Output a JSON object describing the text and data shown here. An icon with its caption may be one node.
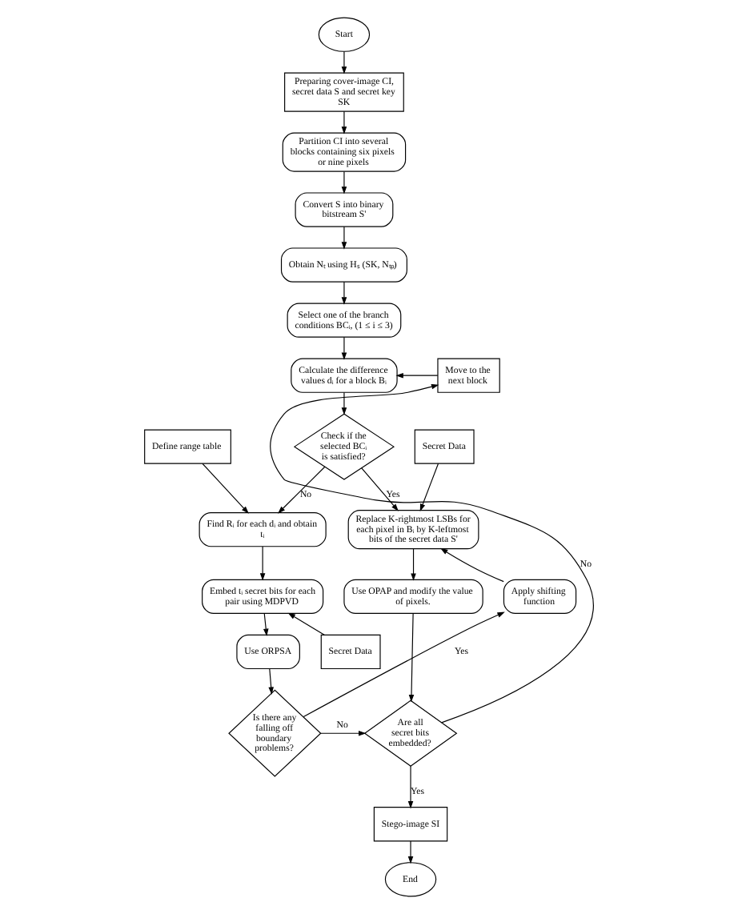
{
  "diagram": {
    "nodes": [
      {
        "text": [
          "Start"
        ]
      },
      {
        "text": [
          "Preparing cover-image CI, secret data S and secret key SK"
        ]
      },
      {
        "text": [
          "Partition CI into several blocks containing six pixels or nine pixels"
        ]
      },
      {
        "text": [
          "Convert S into binary bitstream S'"
        ]
      },
      {
        "text": [
          "Obtain Nₜ using Hₛ (SK, Nₜₚ)"
        ]
      },
      {
        "text": [
          "Select one of the branch conditions BCᵢ, (1 ≤ i ≤ 3)"
        ]
      },
      {
        "text": [
          "Calculate the difference values dᵢ for a block Bᵢ"
        ]
      },
      {
        "text": [
          "Move to the next block"
        ]
      },
      {
        "text": [
          "Define range table"
        ]
      },
      {
        "text": [
          "Check if the selected BCᵢ is satisfied?"
        ]
      },
      {
        "text": [
          "Secret Data"
        ]
      },
      {
        "text": [
          "Find Rᵢ for each dᵢ and obtain tᵢ"
        ]
      },
      {
        "text": [
          "Replace K-rightmost LSBs for each pixel in Bᵢ by K-leftmost bits of the secret data S'"
        ]
      },
      {
        "text": [
          "Embed tᵢ secret bits for each pair using MDPVD"
        ]
      },
      {
        "text": [
          "Apply shifting function"
        ]
      },
      {
        "text": [
          "Use OPAP and modify the value of pixels."
        ]
      },
      {
        "text": [
          "Secret Data"
        ]
      },
      {
        "text": [
          "Use ORPSA"
        ]
      },
      {
        "text": [
          "Is there any falling off boundary problems?"
        ]
      },
      {
        "text": [
          "Are all secret bits embedded?"
        ]
      },
      {
        "text": [
          "Stego-image SI"
        ]
      },
      {
        "text": [
          "End"
        ]
      }
    ],
    "edges": [
      {
        "from": 0,
        "to": 1,
        "arrow": "to"
      },
      {
        "from": 1,
        "to": 2,
        "arrow": "to"
      },
      {
        "from": 2,
        "to": 3,
        "arrow": "to"
      },
      {
        "from": 3,
        "to": 4,
        "arrow": "to"
      },
      {
        "from": 4,
        "to": 5,
        "arrow": "to"
      },
      {
        "from": 5,
        "to": 6,
        "arrow": "to"
      },
      {
        "from": 6,
        "to": 9,
        "arrow": "to"
      },
      {
        "from": 9,
        "to": 11,
        "arrow": "to",
        "label": "No"
      },
      {
        "from": 9,
        "to": 12,
        "arrow": "to",
        "label": "Yes"
      },
      {
        "from": 8,
        "to": 11,
        "arrow": "to"
      },
      {
        "from": 10,
        "to": 12,
        "arrow": "to"
      },
      {
        "from": 11,
        "to": 13,
        "arrow": "to"
      },
      {
        "from": 16,
        "to": 13,
        "arrow": "to"
      },
      {
        "from": 13,
        "to": 17,
        "arrow": "to"
      },
      {
        "from": 17,
        "to": 18,
        "arrow": "to"
      },
      {
        "from": 18,
        "to": 14,
        "arrow": "to",
        "label": "Yes"
      },
      {
        "from": 14,
        "to": 12,
        "arrow": "to"
      },
      {
        "from": 12,
        "to": 15,
        "arrow": "to"
      },
      {
        "from": 15,
        "to": 19,
        "arrow": "to"
      },
      {
        "from": 18,
        "to": 19,
        "arrow": "to",
        "label": "No"
      },
      {
        "from": 19,
        "to": 20,
        "arrow": "to",
        "label": "Yes"
      },
      {
        "from": 20,
        "to": 21,
        "arrow": "to"
      },
      {
        "from": 19,
        "to": 7,
        "arrow": "to",
        "label": "No"
      },
      {
        "from": 7,
        "to": 6,
        "arrow": "to"
      }
    ]
  }
}
